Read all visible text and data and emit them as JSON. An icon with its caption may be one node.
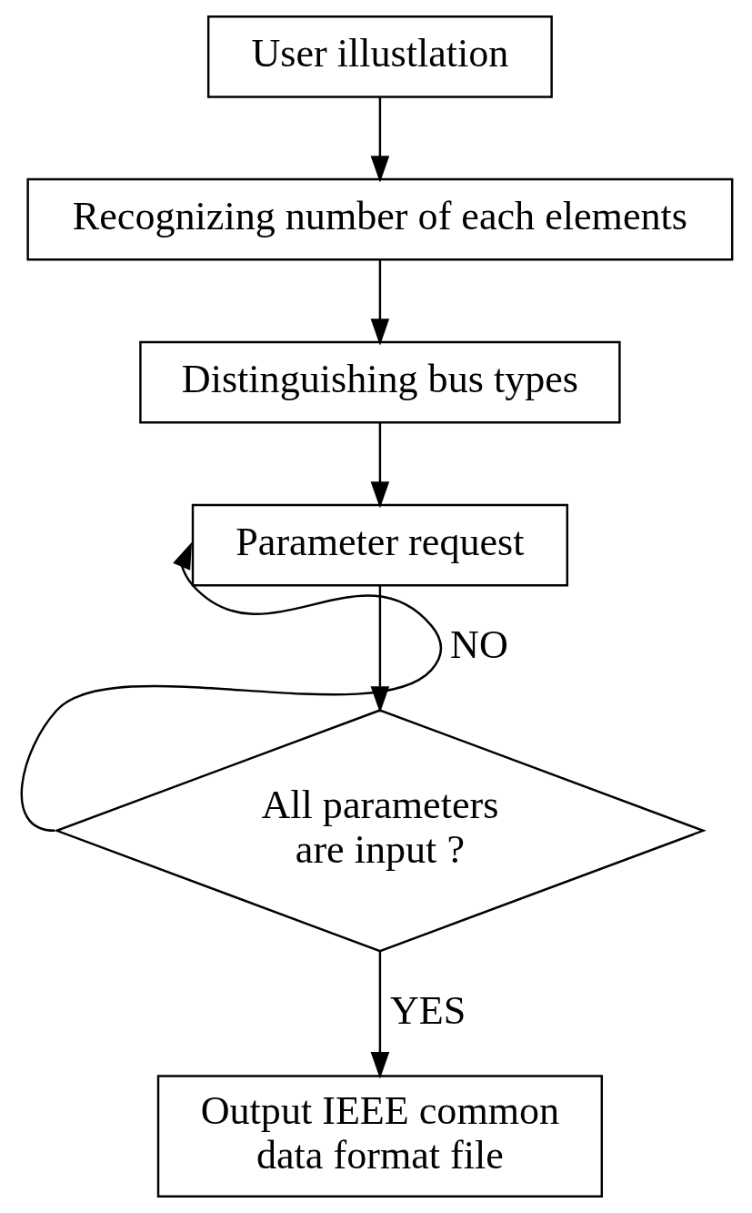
{
  "diagram": {
    "nodes": [
      {
        "text": [
          "User illustlation"
        ]
      },
      {
        "text": [
          "Recognizing number of each elements"
        ]
      },
      {
        "text": [
          "Distinguishing bus types"
        ]
      },
      {
        "text": [
          "Parameter request"
        ]
      },
      {
        "text": [
          "All parameters are input ?"
        ]
      },
      {
        "text": [
          "Output IEEE common data format file"
        ]
      }
    ],
    "edges": [
      {
        "from": 0,
        "to": 1,
        "arrow": "to"
      },
      {
        "from": 1,
        "to": 2,
        "arrow": "to"
      },
      {
        "from": 2,
        "to": 3,
        "arrow": "to"
      },
      {
        "from": 3,
        "to": 4,
        "arrow": "to"
      },
      {
        "from": 4,
        "to": 3,
        "arrow": "to",
        "label": "NO"
      },
      {
        "from": 4,
        "to": 5,
        "arrow": "to",
        "label": "YES"
      }
    ]
  }
}
